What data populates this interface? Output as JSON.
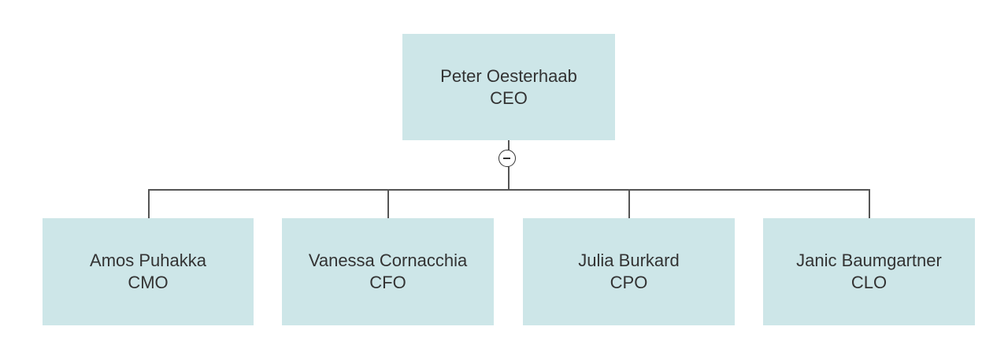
{
  "root": {
    "name": "Peter Oesterhaab",
    "title": "CEO"
  },
  "children": [
    {
      "name": "Amos Puhakka",
      "title": "CMO"
    },
    {
      "name": "Vanessa Cornacchia",
      "title": "CFO"
    },
    {
      "name": "Julia Burkard",
      "title": "CPO"
    },
    {
      "name": "Janic Baumgartner",
      "title": "CLO"
    }
  ],
  "colors": {
    "node_fill": "#cde6e8",
    "connector": "#555555"
  }
}
